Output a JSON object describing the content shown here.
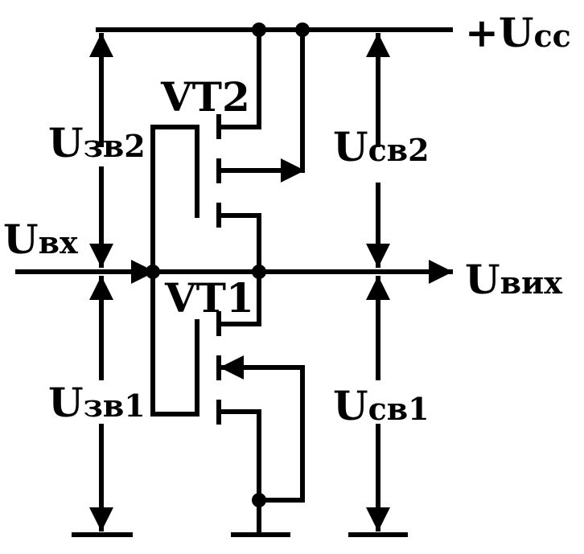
{
  "colors": {
    "line": "#000000",
    "background": "#ffffff"
  },
  "labels": {
    "vcc_sign": "+",
    "vcc_main": "U",
    "vcc_sub": "cc",
    "vt2": "VT2",
    "vt1": "VT1",
    "ugs2_main": "U",
    "ugs2_sub": "зв2",
    "ugs1_main": "U",
    "ugs1_sub": "зв1",
    "uds2_main": "U",
    "uds2_sub": "св2",
    "uds1_main": "U",
    "uds1_sub": "св1",
    "uin_main": "U",
    "uin_sub": "вх",
    "uout_main": "U",
    "uout_sub": "вих"
  }
}
